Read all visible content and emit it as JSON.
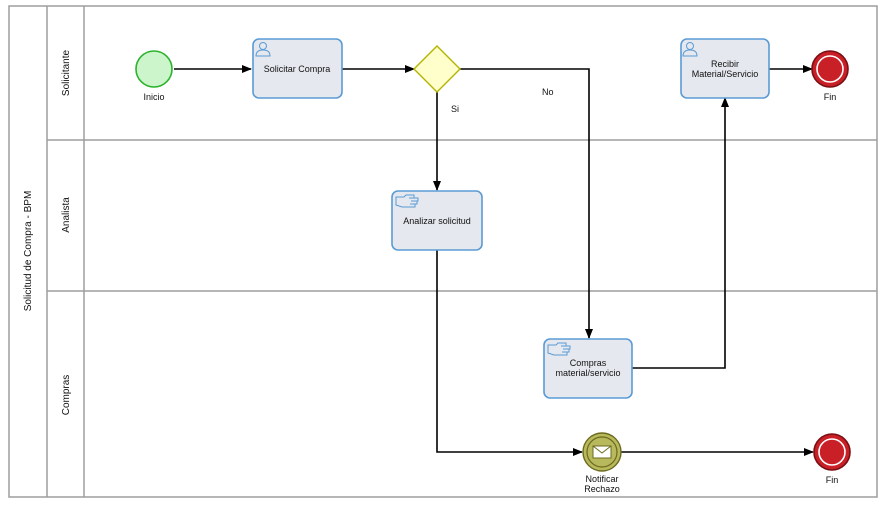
{
  "pool": {
    "title": "Solicitud de Compra - BPM"
  },
  "lanes": {
    "solicitante": "Solicitante",
    "analista": "Analista",
    "compras": "Compras"
  },
  "events": {
    "start": "Inicio",
    "end_top": "Fin",
    "end_bottom": "Fin",
    "notify_line1": "Notificar",
    "notify_line2": "Rechazo"
  },
  "tasks": {
    "solicitar": "Solicitar Compra",
    "analizar": "Analizar solicitud",
    "recibir_line1": "Recibir",
    "recibir_line2": "Material/Servicio",
    "compras_line1": "Compras",
    "compras_line2": "material/servicio"
  },
  "flows": {
    "si": "Si",
    "no": "No"
  },
  "colors": {
    "task_fill": "#e5e8ee",
    "task_stroke": "#5b9bd5",
    "start_fill": "#ccf5cc",
    "start_stroke": "#2db32d",
    "end_fill": "#c91f26",
    "gateway_fill": "#ffffcc",
    "gateway_stroke": "#b3b300",
    "message_fill": "#b8b85c"
  }
}
